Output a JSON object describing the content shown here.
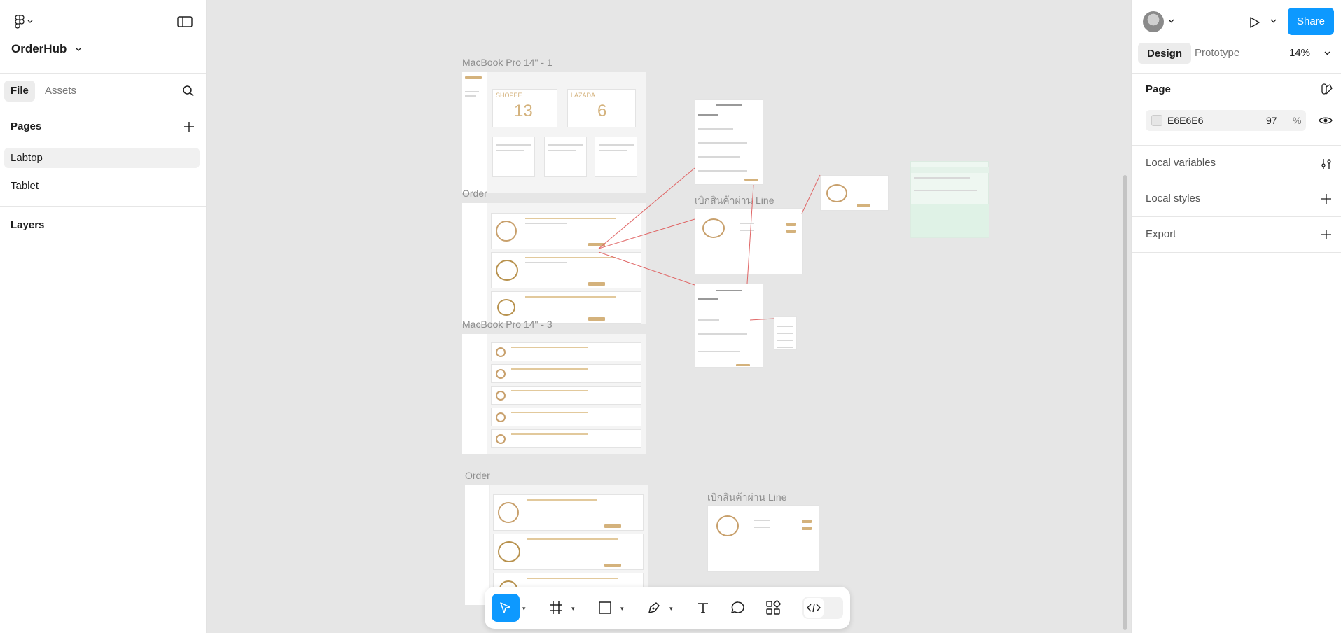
{
  "app": {
    "file_name": "OrderHub",
    "tabs": {
      "file": "File",
      "assets": "Assets"
    },
    "sections": {
      "pages": "Pages",
      "layers": "Layers"
    },
    "pages": [
      {
        "label": "Labtop",
        "selected": true
      },
      {
        "label": "Tablet",
        "selected": false
      }
    ]
  },
  "right_panel": {
    "share_label": "Share",
    "tabs": {
      "design": "Design",
      "prototype": "Prototype"
    },
    "zoom": "14%",
    "page_section": "Page",
    "bg_color_hex": "E6E6E6",
    "bg_opacity": "97",
    "percent": "%",
    "local_variables": "Local variables",
    "local_styles": "Local styles",
    "export": "Export"
  },
  "canvas": {
    "frame_labels": {
      "mbp1": "MacBook Pro 14\" - 1",
      "order1": "Order",
      "mbp3": "MacBook Pro 14\" - 3",
      "order2": "Order",
      "line1": "เบิกสินค้าผ่าน Line",
      "line2": "เบิกสินค้าผ่าน Line"
    },
    "stats": [
      {
        "label": "SHOPEE",
        "value": "13"
      },
      {
        "label": "LAZADA",
        "value": "6"
      }
    ]
  },
  "toolbar": {
    "help": "?"
  },
  "colors": {
    "accent": "#0d99ff",
    "canvas_bg": "#e6e6e6",
    "gold": "#d4b27c",
    "connector": "#e06666"
  }
}
